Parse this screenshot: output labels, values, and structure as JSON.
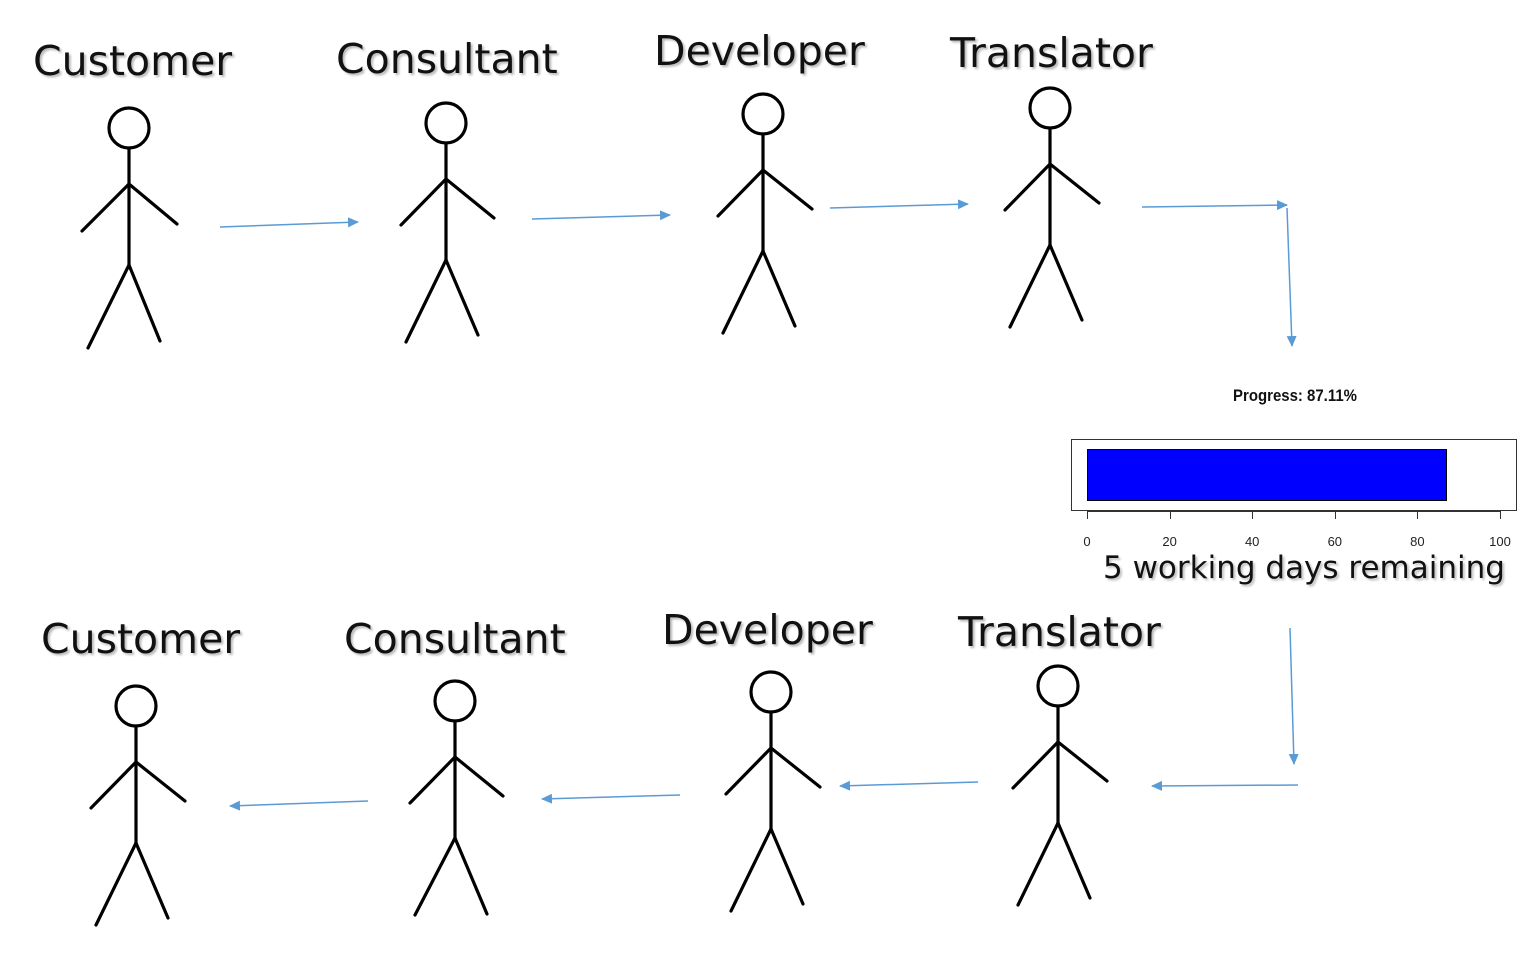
{
  "top_row": {
    "roles": [
      "Customer",
      "Consultant",
      "Developer",
      "Translator"
    ]
  },
  "bottom_row": {
    "roles": [
      "Customer",
      "Consultant",
      "Developer",
      "Translator"
    ]
  },
  "progress": {
    "title": "Progress: 87.11%",
    "value_percent": 87.11,
    "axis_ticks": [
      "0",
      "20",
      "40",
      "60",
      "80",
      "100"
    ],
    "axis_range": [
      0,
      100
    ],
    "bar_color": "#0000ff",
    "remaining_text": "5 working days remaining"
  },
  "arrow_color": "#5b9bd5"
}
